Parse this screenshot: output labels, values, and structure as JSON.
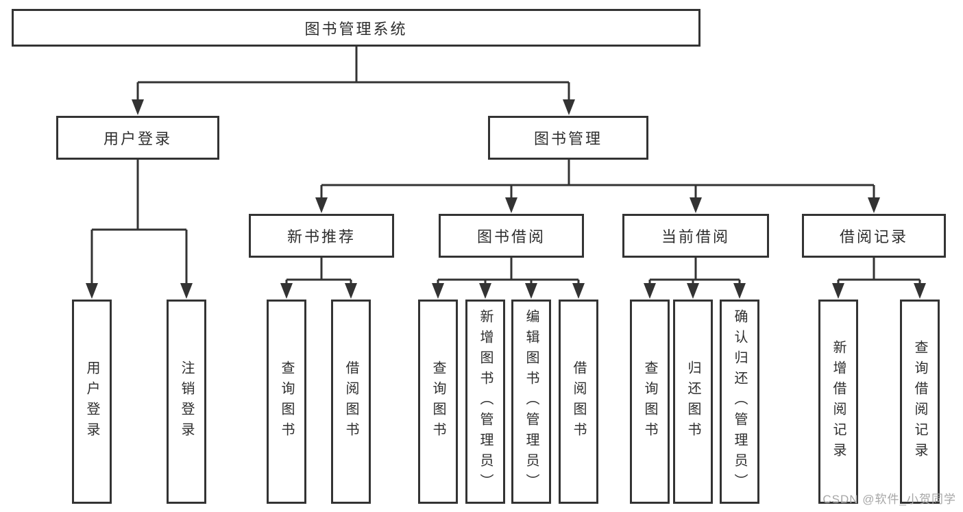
{
  "diagram": {
    "root": {
      "label": "图书管理系统"
    },
    "level2": [
      {
        "label": "用户登录"
      },
      {
        "label": "图书管理"
      }
    ],
    "level3": [
      {
        "label": "新书推荐"
      },
      {
        "label": "图书借阅"
      },
      {
        "label": "当前借阅"
      },
      {
        "label": "借阅记录"
      }
    ],
    "leaves": [
      {
        "group": "用户登录",
        "label": "用户登录"
      },
      {
        "group": "用户登录",
        "label": "注销登录"
      },
      {
        "group": "新书推荐",
        "label": "查询图书"
      },
      {
        "group": "新书推荐",
        "label": "借阅图书"
      },
      {
        "group": "图书借阅",
        "label": "查询图书"
      },
      {
        "group": "图书借阅",
        "label": "新增图书（管理员）"
      },
      {
        "group": "图书借阅",
        "label": "编辑图书（管理员）"
      },
      {
        "group": "图书借阅",
        "label": "借阅图书"
      },
      {
        "group": "当前借阅",
        "label": "查询图书"
      },
      {
        "group": "当前借阅",
        "label": "归还图书"
      },
      {
        "group": "当前借阅",
        "label": "确认归还（管理员）"
      },
      {
        "group": "借阅记录",
        "label": "新增借阅记录"
      },
      {
        "group": "借阅记录",
        "label": "查询借阅记录"
      }
    ],
    "watermark": "CSDN @软件_小贺同学",
    "colors": {
      "line": "#333333",
      "box_border": "#333333",
      "text": "#2e2e2e",
      "watermark": "#a6a6a6",
      "background": "#ffffff"
    }
  }
}
